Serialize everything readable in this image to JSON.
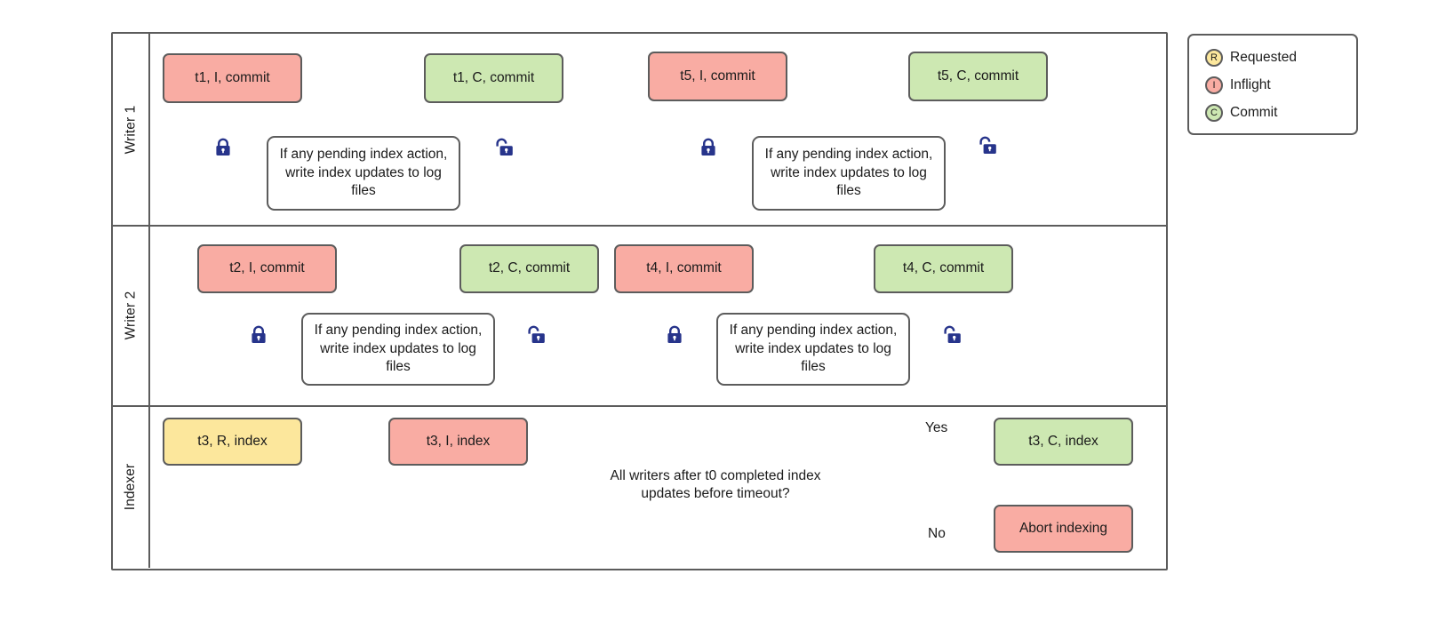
{
  "diagram": {
    "title": "Indexing coordination swimlane diagram",
    "colors": {
      "inflight": "#f9aca3",
      "commit": "#cde8b2",
      "requested": "#fce79c",
      "stroke": "#5c5c5c",
      "lock": "#27348b",
      "background": "#ffffff"
    },
    "lanes": [
      {
        "id": "writer1",
        "label": "Writer 1"
      },
      {
        "id": "writer2",
        "label": "Writer 2"
      },
      {
        "id": "indexer",
        "label": "Indexer"
      }
    ],
    "process_text": "If any pending index action, write index updates to log files",
    "nodes": {
      "w1_t1_inflight": "t1, I, commit",
      "w1_proc_a": "If any pending index action, write index updates to log files",
      "w1_t1_commit": "t1, C, commit",
      "w1_t5_inflight": "t5, I, commit",
      "w1_proc_b": "If any pending index action, write index updates to log files",
      "w1_t5_commit": "t5, C, commit",
      "w2_t2_inflight": "t2, I, commit",
      "w2_proc_a": "If any pending index action, write index updates to log files",
      "w2_t2_commit": "t2, C, commit",
      "w2_t4_inflight": "t4, I, commit",
      "w2_proc_b": "If any pending index action, write index updates to log files",
      "w2_t4_commit": "t4, C, commit",
      "ix_t3_requested": "t3, R, index",
      "ix_t3_inflight": "t3, I, index",
      "ix_decision": "All writers after t0 completed index updates before timeout?",
      "ix_t3_commit": "t3, C, index",
      "ix_abort": "Abort indexing"
    },
    "edge_labels": {
      "yes": "Yes",
      "no": "No"
    },
    "icons": {
      "lock_closed": "lock-closed-icon",
      "lock_open": "lock-open-icon"
    }
  },
  "legend": {
    "items": [
      {
        "badge": "R",
        "label": "Requested",
        "state": "requested"
      },
      {
        "badge": "I",
        "label": "Inflight",
        "state": "inflight"
      },
      {
        "badge": "C",
        "label": "Commit",
        "state": "commit"
      }
    ]
  }
}
